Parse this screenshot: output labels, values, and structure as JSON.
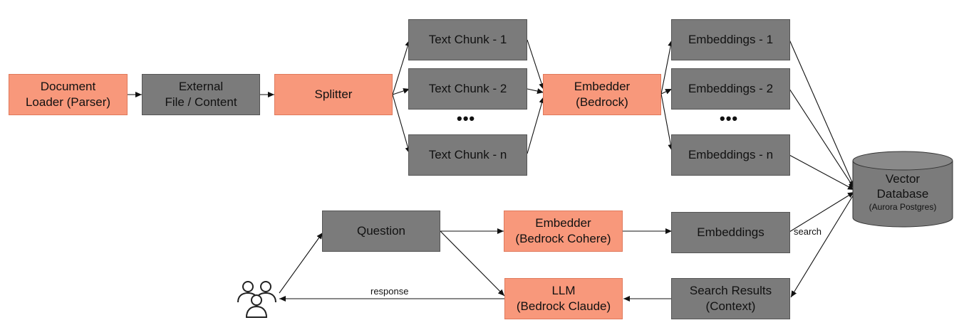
{
  "nodes": {
    "doc_loader": {
      "line1": "Document",
      "line2": "Loader (Parser)"
    },
    "external_file": {
      "line1": "External",
      "line2": "File / Content"
    },
    "splitter": {
      "line1": "Splitter"
    },
    "chunk_1": {
      "line1": "Text Chunk - 1"
    },
    "chunk_2": {
      "line1": "Text Chunk - 2"
    },
    "chunk_n": {
      "line1": "Text Chunk - n"
    },
    "embedder_top": {
      "line1": "Embedder",
      "line2": "(Bedrock)"
    },
    "emb_1": {
      "line1": "Embeddings - 1"
    },
    "emb_2": {
      "line1": "Embeddings - 2"
    },
    "emb_n": {
      "line1": "Embeddings - n"
    },
    "vector_db": {
      "line1": "Vector",
      "line2": "Database",
      "line3": "(Aurora Postgres)"
    },
    "question": {
      "line1": "Question"
    },
    "embedder_bottom": {
      "line1": "Embedder",
      "line2": "(Bedrock Cohere)"
    },
    "embeddings": {
      "line1": "Embeddings"
    },
    "llm": {
      "line1": "LLM",
      "line2": "(Bedrock Claude)"
    },
    "search_results": {
      "line1": "Search Results",
      "line2": "(Context)"
    }
  },
  "ellipsis": "•••",
  "edge_labels": {
    "search": "search",
    "response": "response"
  },
  "icons": {
    "users": "users-icon"
  },
  "colors": {
    "gray": "#7b7b7b",
    "salmon": "#f8987b",
    "line": "#111111"
  }
}
